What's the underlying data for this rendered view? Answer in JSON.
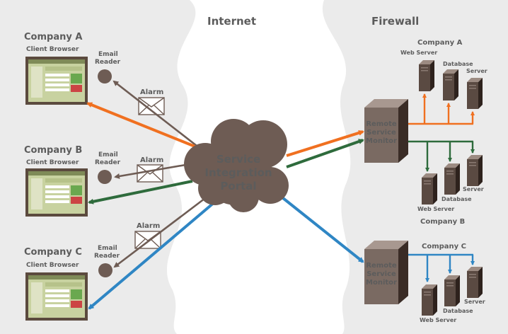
{
  "header": {
    "internet": "Internet",
    "firewall": "Firewall"
  },
  "portal": {
    "line1": "Service",
    "line2": "Integration",
    "line3": "Portal"
  },
  "clients": [
    {
      "company": "Company A",
      "browser": "Client Browser",
      "reader_line1": "Email",
      "reader_line2": "Reader",
      "alarm": "Alarm"
    },
    {
      "company": "Company B",
      "browser": "Client Browser",
      "reader_line1": "Email",
      "reader_line2": "Reader",
      "alarm": "Alarm"
    },
    {
      "company": "Company C",
      "browser": "Client Browser",
      "reader_line1": "Email",
      "reader_line2": "Reader",
      "alarm": "Alarm"
    }
  ],
  "monitors": [
    {
      "line1": "Remote",
      "line2": "Service",
      "line3": "Monitor"
    },
    {
      "line1": "Remote",
      "line2": "Service",
      "line3": "Monitor"
    }
  ],
  "server_groups": [
    {
      "company": "Company A",
      "web": "Web Server",
      "db": "Database",
      "server": "Server"
    },
    {
      "company": "Company B",
      "web": "Web Server",
      "db": "Database",
      "server": "Server"
    },
    {
      "company": "Company C",
      "web": "Web Server",
      "db": "Database",
      "server": "Server"
    }
  ],
  "colors": {
    "orange": "#f07020",
    "green": "#2e6b3c",
    "blue": "#2f86c4",
    "brown": "#6e5c54",
    "panel": "#ebebeb"
  }
}
